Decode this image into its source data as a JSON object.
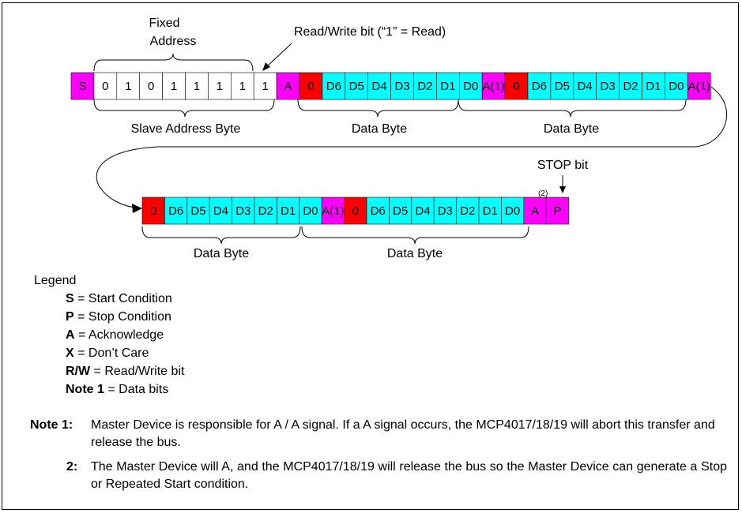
{
  "labels": {
    "fixed_address_1": "Fixed",
    "fixed_address_2": "Address",
    "rw_bit": "Read/Write bit (“1” = Read)",
    "slave_address_byte": "Slave Address Byte",
    "data_byte": "Data Byte",
    "stop_bit": "STOP bit"
  },
  "row1": [
    {
      "t": "S",
      "c": "magenta"
    },
    {
      "t": "0",
      "c": "white"
    },
    {
      "t": "1",
      "c": "white"
    },
    {
      "t": "0",
      "c": "white"
    },
    {
      "t": "1",
      "c": "white"
    },
    {
      "t": "1",
      "c": "white"
    },
    {
      "t": "1",
      "c": "white"
    },
    {
      "t": "1",
      "c": "white"
    },
    {
      "t": "1",
      "c": "white"
    },
    {
      "t": "A",
      "c": "magenta"
    },
    {
      "t": "0",
      "c": "red"
    },
    {
      "t": "D6",
      "c": "cyan"
    },
    {
      "t": "D5",
      "c": "cyan"
    },
    {
      "t": "D4",
      "c": "cyan"
    },
    {
      "t": "D3",
      "c": "cyan"
    },
    {
      "t": "D2",
      "c": "cyan"
    },
    {
      "t": "D1",
      "c": "cyan"
    },
    {
      "t": "D0",
      "c": "cyan"
    },
    {
      "t": "A(1)",
      "c": "magenta"
    },
    {
      "t": "0",
      "c": "red"
    },
    {
      "t": "D6",
      "c": "cyan"
    },
    {
      "t": "D5",
      "c": "cyan"
    },
    {
      "t": "D4",
      "c": "cyan"
    },
    {
      "t": "D3",
      "c": "cyan"
    },
    {
      "t": "D2",
      "c": "cyan"
    },
    {
      "t": "D1",
      "c": "cyan"
    },
    {
      "t": "D0",
      "c": "cyan"
    },
    {
      "t": "A(1)",
      "c": "magenta"
    }
  ],
  "row2": [
    {
      "t": "0",
      "c": "red"
    },
    {
      "t": "D6",
      "c": "cyan"
    },
    {
      "t": "D5",
      "c": "cyan"
    },
    {
      "t": "D4",
      "c": "cyan"
    },
    {
      "t": "D3",
      "c": "cyan"
    },
    {
      "t": "D2",
      "c": "cyan"
    },
    {
      "t": "D1",
      "c": "cyan"
    },
    {
      "t": "D0",
      "c": "cyan"
    },
    {
      "t": "A(1)",
      "c": "magenta"
    },
    {
      "t": "0",
      "c": "red"
    },
    {
      "t": "D6",
      "c": "cyan"
    },
    {
      "t": "D5",
      "c": "cyan"
    },
    {
      "t": "D4",
      "c": "cyan"
    },
    {
      "t": "D3",
      "c": "cyan"
    },
    {
      "t": "D2",
      "c": "cyan"
    },
    {
      "t": "D1",
      "c": "cyan"
    },
    {
      "t": "D0",
      "c": "cyan"
    },
    {
      "t": "A",
      "c": "magenta",
      "sup": "(2)"
    },
    {
      "t": "P",
      "c": "magenta"
    }
  ],
  "colors": {
    "magenta": "#ff00ff",
    "red": "#ff0000",
    "cyan": "#00ffff",
    "white": "#ffffff"
  },
  "legend": {
    "title": "Legend",
    "items": [
      {
        "key": "S",
        "text": " = Start Condition"
      },
      {
        "key": "P",
        "text": " = Stop Condition"
      },
      {
        "key": "A",
        "text": " = Acknowledge"
      },
      {
        "key": "X",
        "text": " = Don’t Care"
      },
      {
        "key": "R/W",
        "text": " = Read/Write bit"
      },
      {
        "key": "Note 1",
        "text": " = Data bits"
      }
    ]
  },
  "notes": {
    "note1_label": "Note 1:",
    "note1_text": "Master Device is responsible for A / A signal. If a A signal occurs, the MCP4017/18/19 will abort this transfer and release the bus.",
    "note2_label": "2:",
    "note2_text": "The Master Device will A, and the MCP4017/18/19 will release the bus so the Master Device can generate a Stop or Repeated Start condition."
  }
}
